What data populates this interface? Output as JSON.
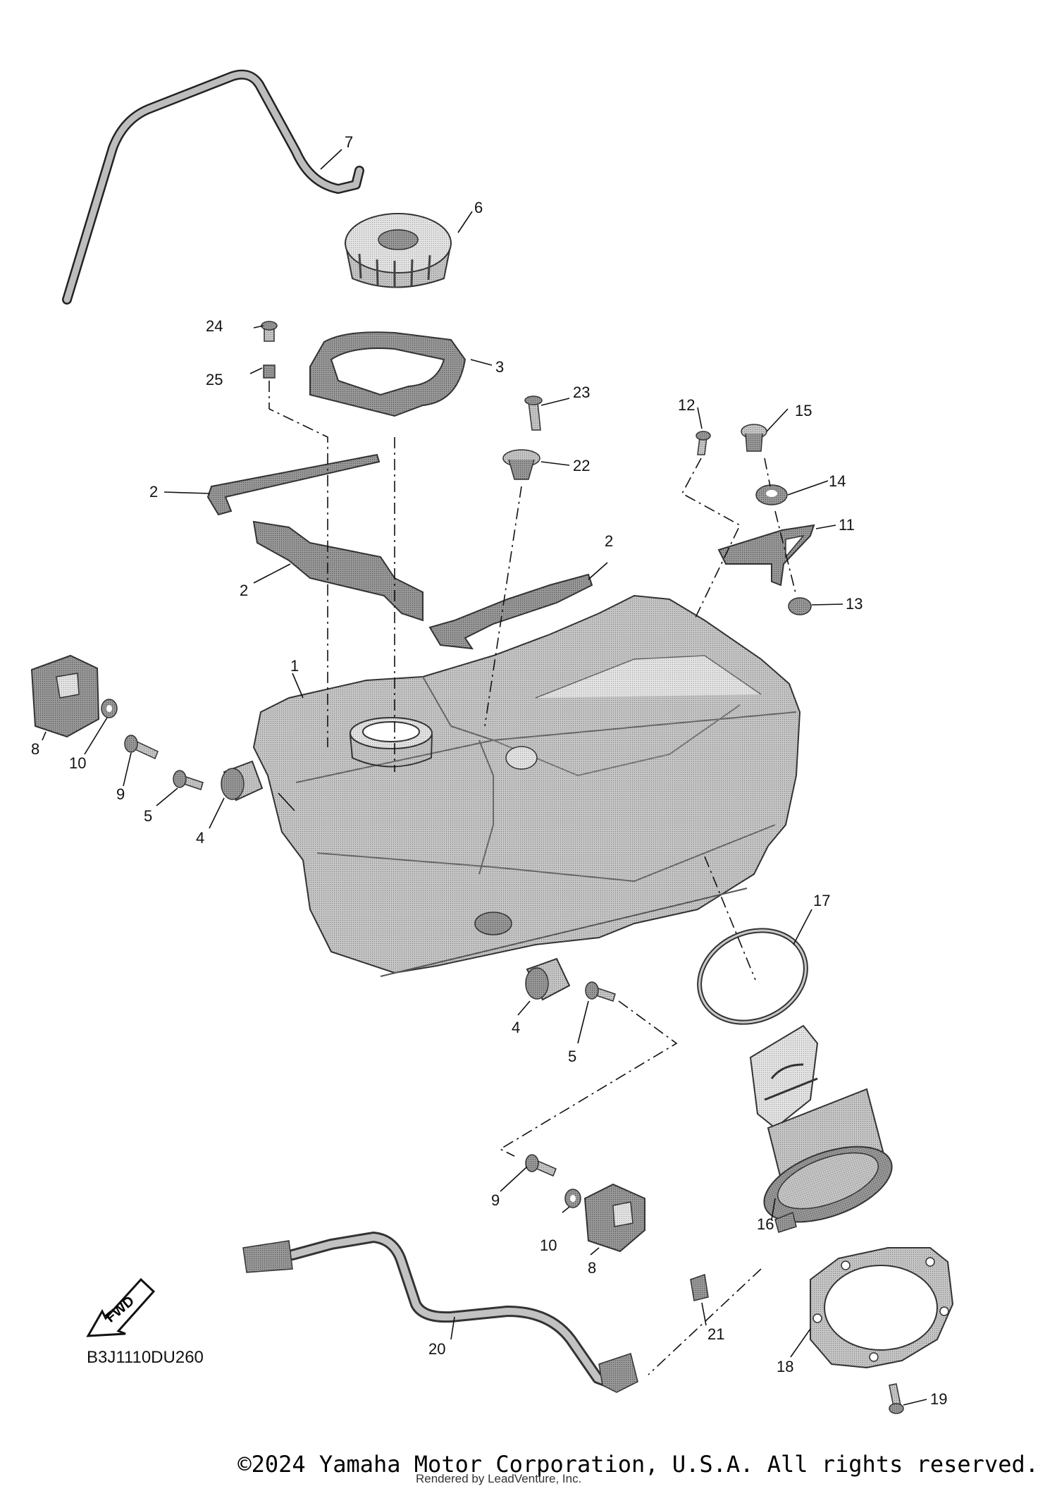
{
  "diagram": {
    "code": "B3J1110DU260",
    "fwd_label": "FWD",
    "callouts": [
      "1",
      "2",
      "2",
      "2",
      "3",
      "4",
      "4",
      "5",
      "5",
      "6",
      "7",
      "8",
      "8",
      "9",
      "9",
      "10",
      "10",
      "11",
      "12",
      "13",
      "14",
      "15",
      "16",
      "17",
      "18",
      "19",
      "20",
      "21",
      "22",
      "23",
      "24",
      "25"
    ]
  },
  "footer": {
    "copyright": "©2024 Yamaha Motor Corporation, U.S.A. All rights reserved.",
    "rendered_by": "Rendered by LeadVenture, Inc."
  },
  "colors": {
    "part_fill": "#b8b8b8",
    "part_dark": "#8a8a8a",
    "part_light": "#d6d6d6",
    "line": "#111111"
  }
}
